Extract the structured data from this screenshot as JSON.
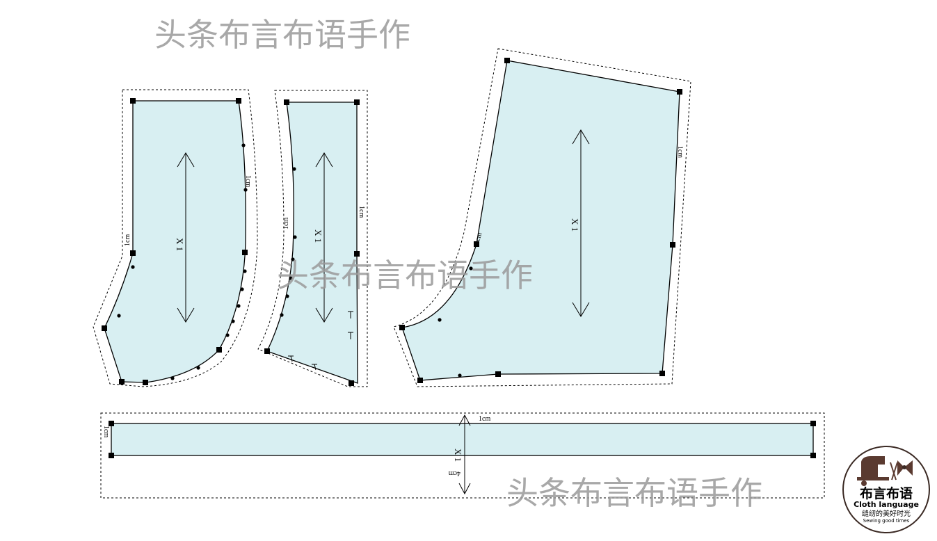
{
  "watermark": "头条布言布语手作",
  "allowance_label": "1cm",
  "hem_label": "4cm",
  "quantity_label": "X 1",
  "logo": {
    "title": "布言布语",
    "english": "Cloth language",
    "tagline_cn": "缝纫的美好时光",
    "tagline_en": "Sewing good times"
  },
  "pieces": [
    {
      "name": "pattern-piece-1",
      "quantity": "X 1",
      "allowance": "1cm"
    },
    {
      "name": "pattern-piece-2",
      "quantity": "X 1",
      "allowance": "1cm"
    },
    {
      "name": "pattern-piece-3",
      "quantity": "X 1",
      "allowance": "1cm"
    },
    {
      "name": "pattern-piece-waistband",
      "quantity": "X 1",
      "allowance": "1cm",
      "hem": "4cm"
    }
  ]
}
